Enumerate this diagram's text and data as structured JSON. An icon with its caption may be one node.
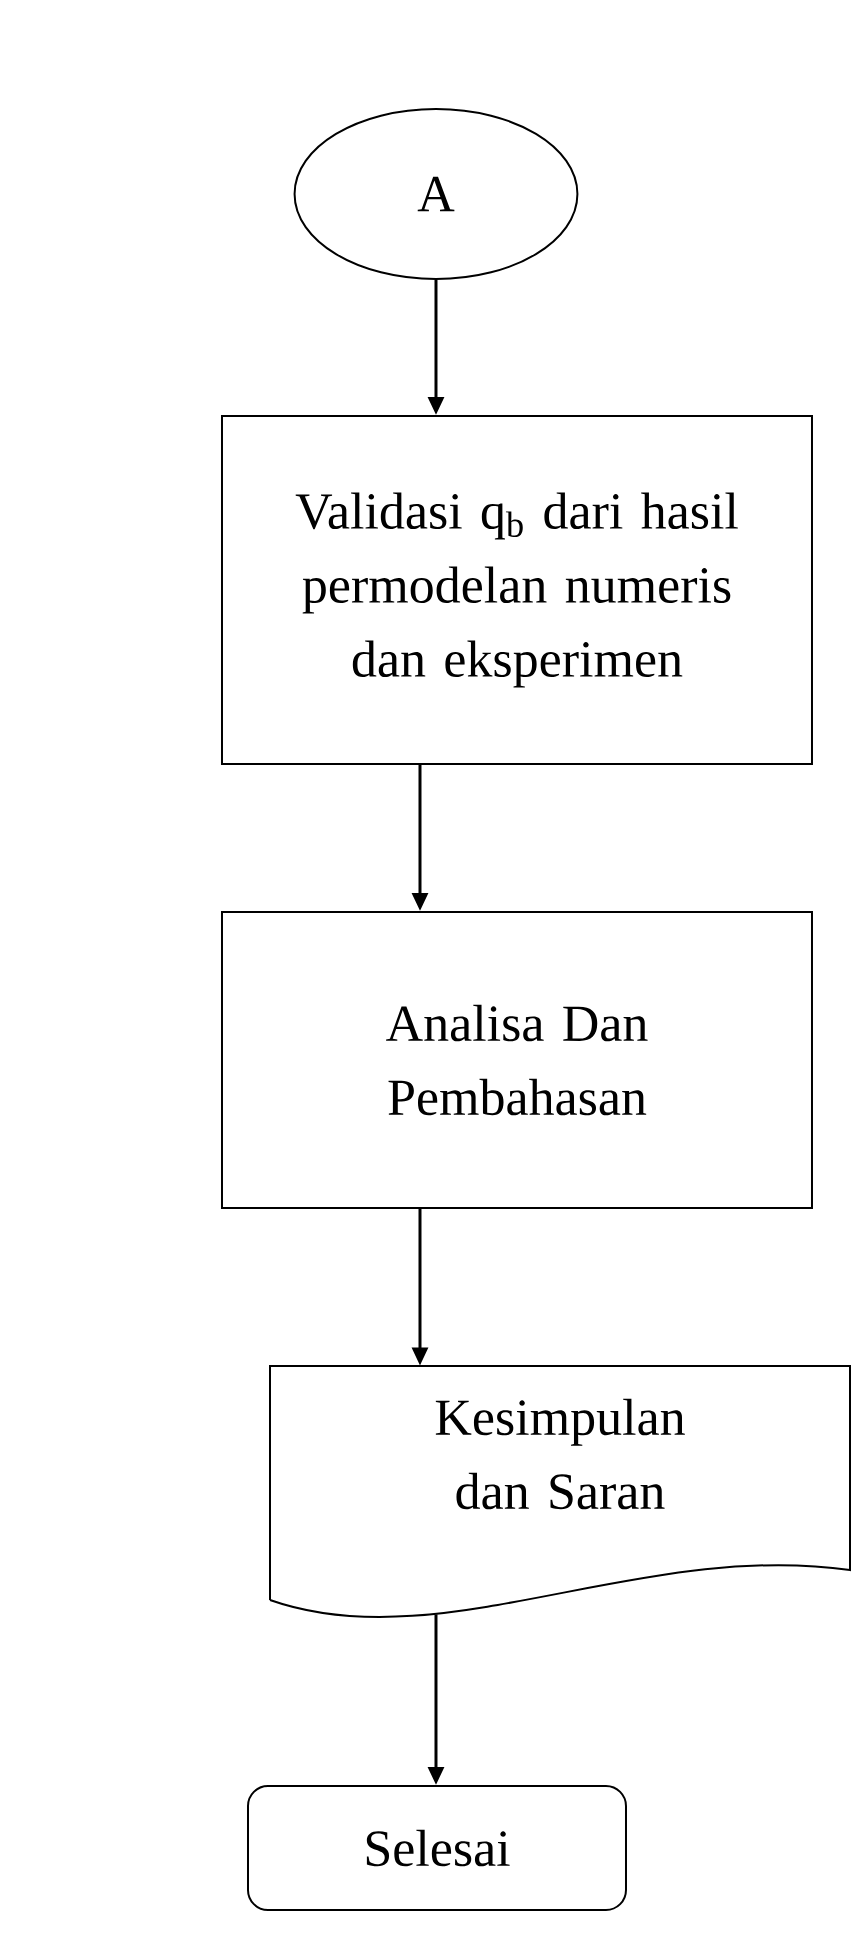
{
  "diagram": {
    "nodes": [
      {
        "text": [
          "A"
        ]
      },
      {
        "text": [
          "Validasi q$_{b}$ dari hasil permodelan numeris dan eksperimen"
        ]
      },
      {
        "text": [
          "Analisa Dan Pembahasan"
        ]
      },
      {
        "text": [
          "Kesimpulan dan Saran"
        ]
      },
      {
        "text": [
          "Selesai"
        ]
      }
    ],
    "edges": [
      {
        "from": 0,
        "to": 1,
        "arrow": "to"
      },
      {
        "from": 1,
        "to": 2,
        "arrow": "to"
      },
      {
        "from": 2,
        "to": 3,
        "arrow": "to"
      },
      {
        "from": 3,
        "to": 4,
        "arrow": "to"
      }
    ]
  }
}
